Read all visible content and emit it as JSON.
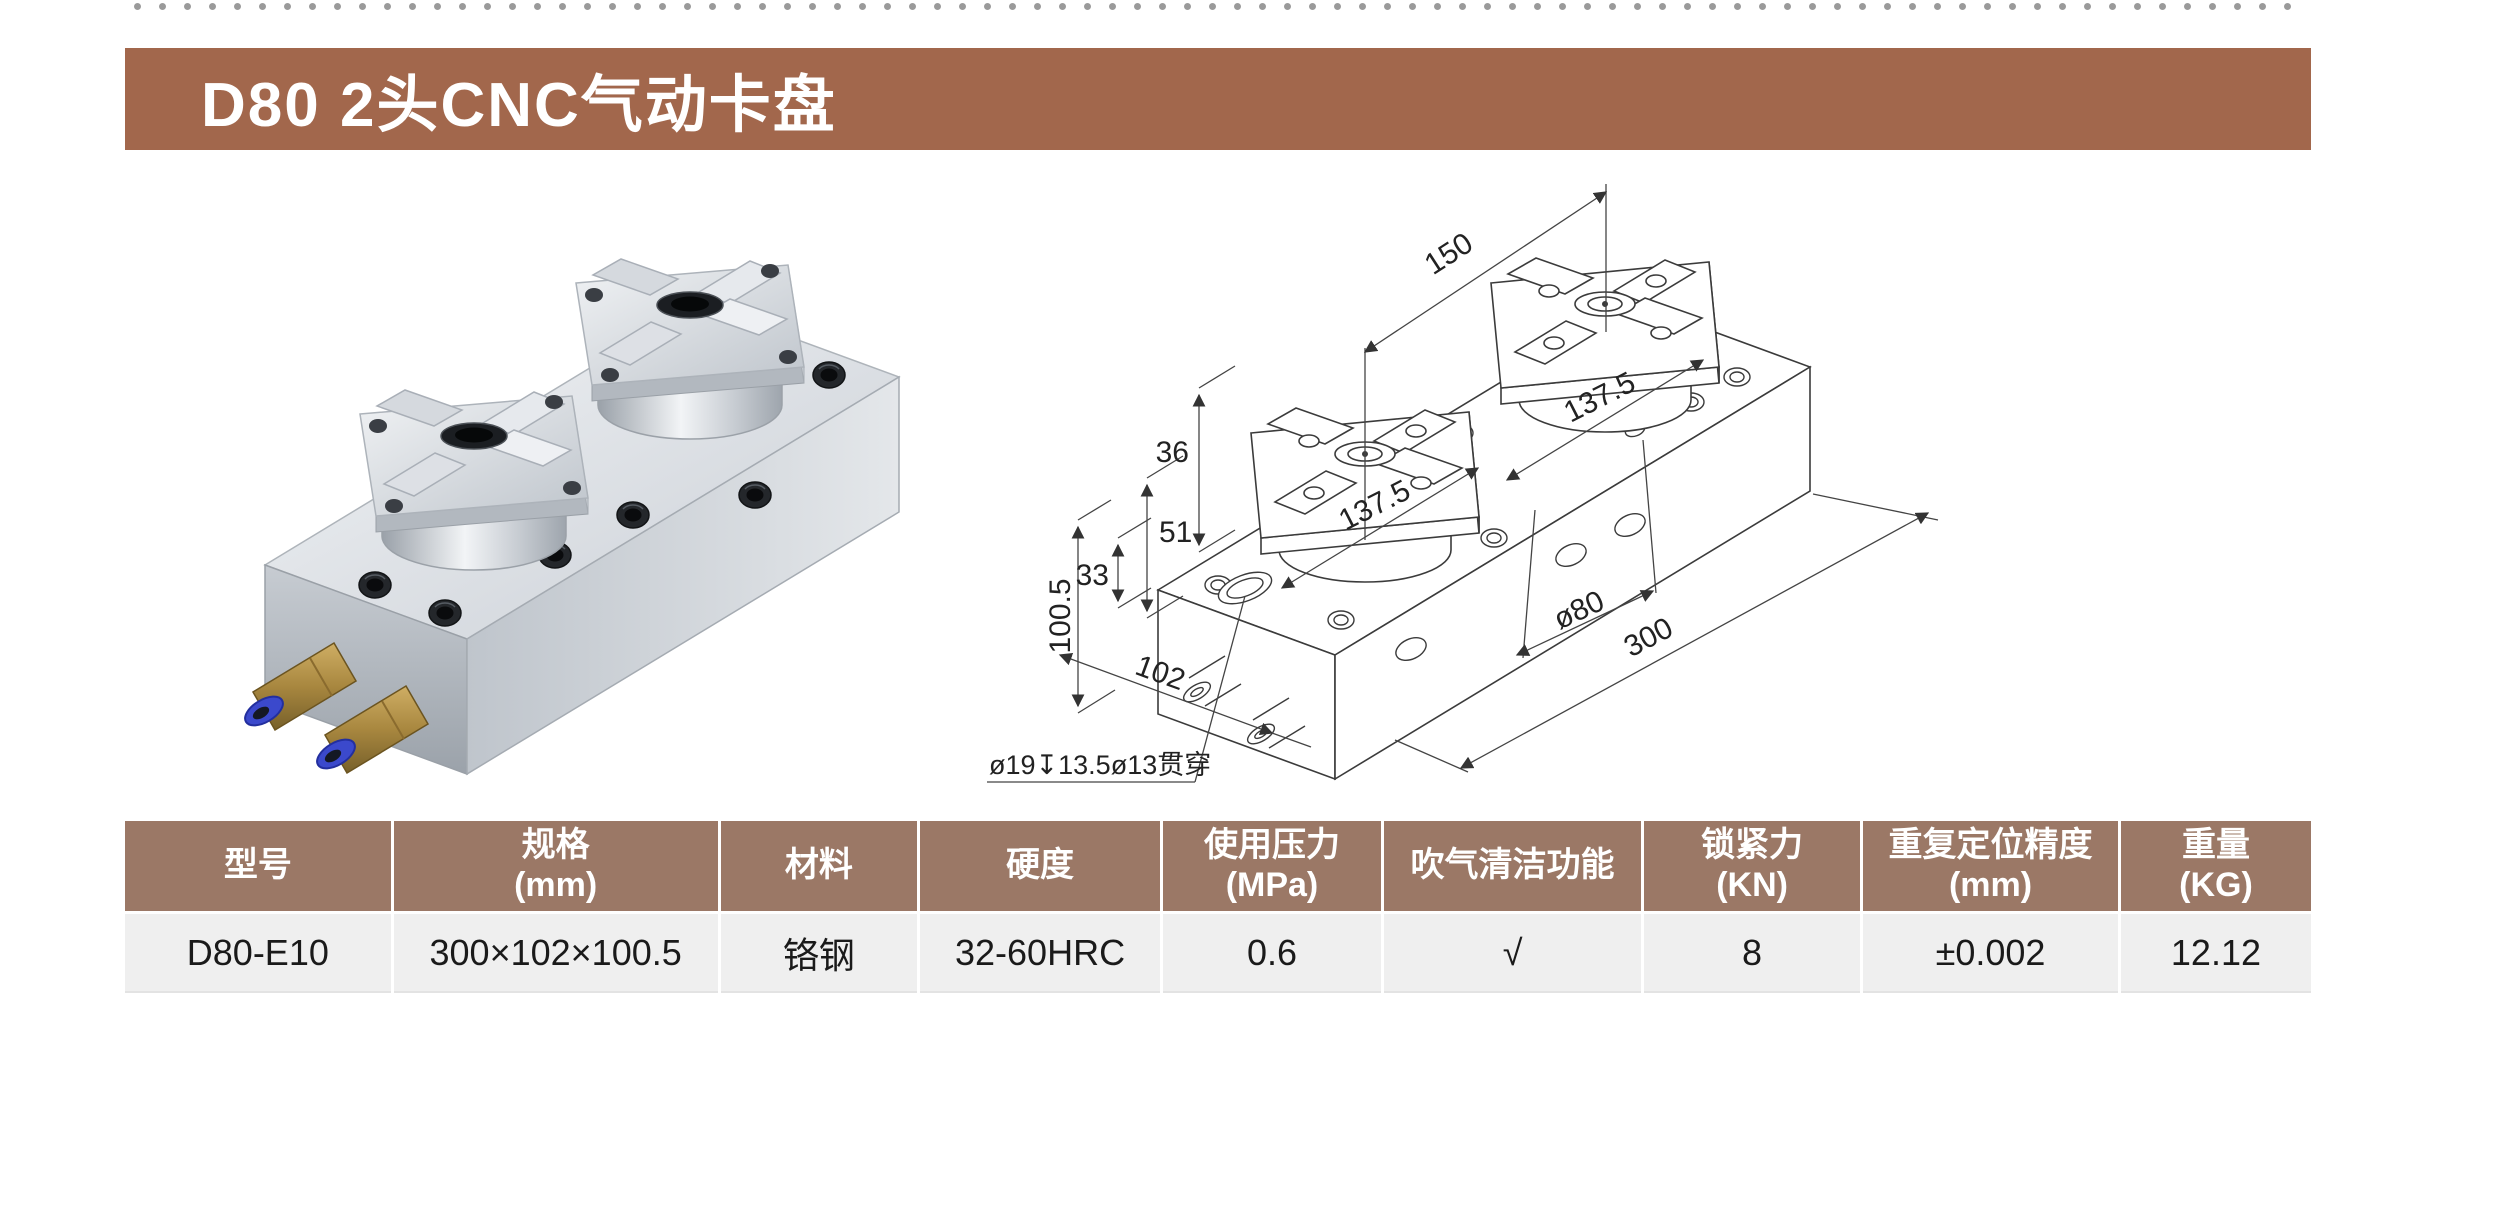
{
  "page": {
    "title": "D80 2头CNC气动卡盘",
    "accent_color": "#a2674c",
    "table_header_color": "#9b7866",
    "row_bg_color": "#efefef",
    "dot_color": "#9a9a9a"
  },
  "photo": {
    "alt": "双头CNC气动卡盘产品照片"
  },
  "drawing": {
    "dims": {
      "d150": "150",
      "d36": "36",
      "d51": "51",
      "d33": "33",
      "d100_5": "100.5",
      "d102": "102",
      "d137_5_left": "137.5",
      "d137_5_right": "137.5",
      "d80": "ø80",
      "d300": "300"
    },
    "note": "ø19↧13.5ø13贯穿"
  },
  "table": {
    "columns": [
      {
        "label": "型号",
        "unit": ""
      },
      {
        "label": "规格",
        "unit": "(mm)"
      },
      {
        "label": "材料",
        "unit": ""
      },
      {
        "label": "硬度",
        "unit": ""
      },
      {
        "label": "使用压力",
        "unit": "(MPa)"
      },
      {
        "label": "吹气清洁功能",
        "unit": ""
      },
      {
        "label": "锁紧力",
        "unit": "(KN)"
      },
      {
        "label": "重复定位精度",
        "unit": "(mm)"
      },
      {
        "label": "重量",
        "unit": "(KG)"
      }
    ],
    "row": {
      "model": "D80-E10",
      "size": "300×102×100.5",
      "material": "铬钢",
      "hardness": "32-60HRC",
      "pressure": "0.6",
      "air_clean": "√",
      "lock_force": "8",
      "repeat_accuracy": "±0.002",
      "weight": "12.12"
    }
  }
}
